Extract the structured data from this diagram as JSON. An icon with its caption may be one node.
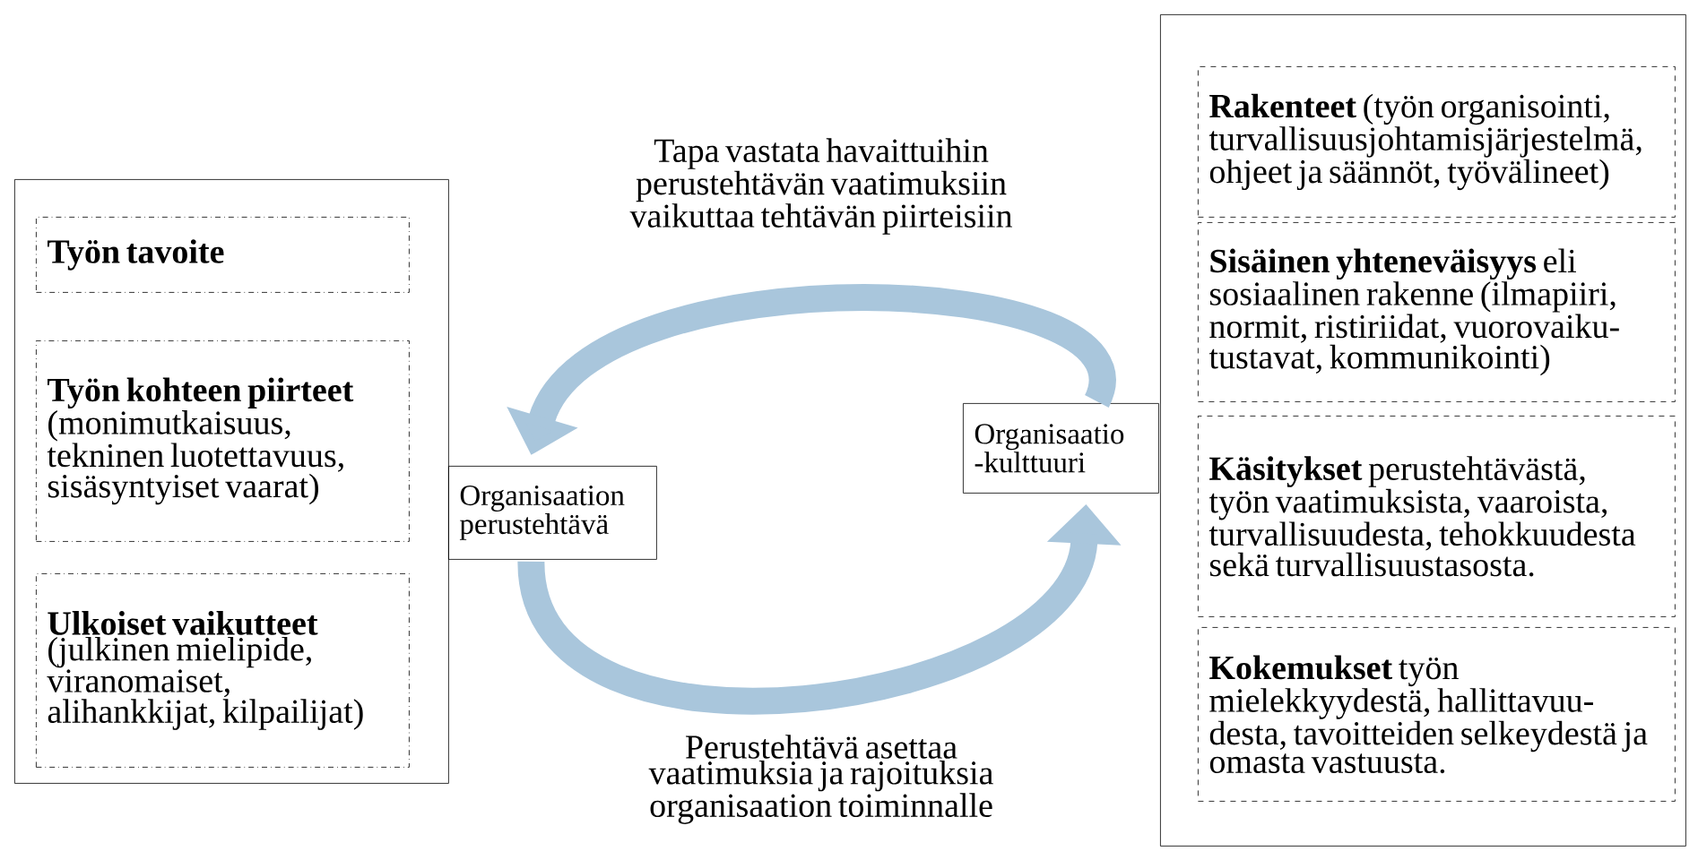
{
  "diagram": {
    "nodes": [
      {
        "text": [],
        "shape": "box"
      },
      {
        "text": [
          "Työn tavoite"
        ],
        "in": 0
      },
      {
        "text": [
          "Työn kohteen piirteet",
          "(monimutkaisuus, tekninen luotettavuus, sisäsyntyiset vaarat)"
        ],
        "in": 0
      },
      {
        "text": [
          "Ulkoiset vaikutteet",
          "(julkinen mielipide, viranomaiset, alihankkijat, kilpailijat)"
        ],
        "in": 0
      },
      {
        "text": [
          "Organisaation perustehtävä"
        ]
      },
      {
        "text": [
          "Organisaatio -kulttuuri"
        ]
      },
      {
        "text": [],
        "shape": "box"
      },
      {
        "text": [
          "**Rakenteet** (työn organisointi, turvallisuusjohtamisjärjestelmä, ohjeet ja säännöt, työvälineet)"
        ],
        "in": 6
      },
      {
        "text": [
          "**Sisäinen yhteneväisyys** eli sosiaalinen rakenne (ilmapiiri, normit, ristiriidat, vuorovaiku- tustavat, kommunikointi)"
        ],
        "in": 6
      },
      {
        "text": [
          "**Käsitykset** perustehtävästä, työn vaatimuksista, vaaroista, turvallisuudesta, tehokkuudesta sekä turvallisuustasosta."
        ],
        "in": 6
      },
      {
        "text": [
          "**Kokemukset** työn mielekkyydestä, hallittavuu- desta, tavoitteiden selkeydestä ja omasta vastuusta."
        ],
        "in": 6
      }
    ],
    "edges": [
      {
        "from": 5,
        "to": 4,
        "arrow": "to",
        "label": "Tapa vastata havaittuihin perustehtävän vaatimuksiin vaikuttaa tehtävän piirteisiin"
      },
      {
        "from": 4,
        "to": 5,
        "arrow": "to",
        "label": "Perustehtävä asettaa vaatimuksia ja rajoituksia organisaation toiminnalle"
      }
    ]
  }
}
